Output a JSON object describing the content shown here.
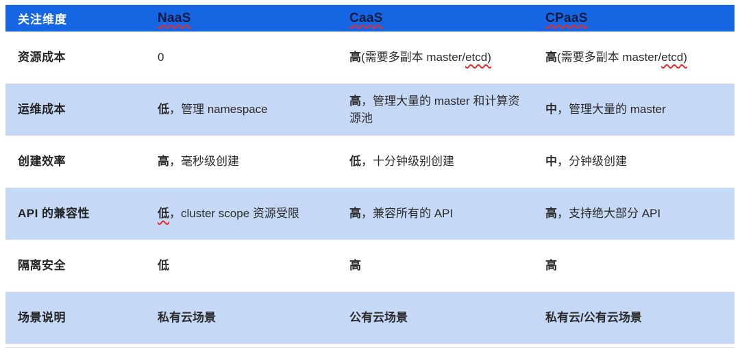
{
  "table": {
    "header": {
      "dimension_label": "关注维度",
      "columns": [
        {
          "label": "NaaS",
          "wavy": true
        },
        {
          "label": "CaaS",
          "wavy": true
        },
        {
          "label": "CPaaS",
          "wavy": true
        }
      ]
    },
    "rows": [
      {
        "label": "资源成本",
        "cells": [
          [
            {
              "text": "0"
            }
          ],
          [
            {
              "text": "高",
              "bold": true
            },
            {
              "text": "(需要多副本 master/"
            },
            {
              "text": "etcd)",
              "wavy": true
            }
          ],
          [
            {
              "text": "高",
              "bold": true
            },
            {
              "text": "(需要多副本 master/"
            },
            {
              "text": "etcd)",
              "wavy": true
            }
          ]
        ]
      },
      {
        "label": "运维成本",
        "cells": [
          [
            {
              "text": "低",
              "bold": true
            },
            {
              "text": "，管理 namespace"
            }
          ],
          [
            {
              "text": "高",
              "bold": true
            },
            {
              "text": "，管理大量的 master 和计算资源池"
            }
          ],
          [
            {
              "text": "中",
              "bold": true
            },
            {
              "text": "，管理大量的 master"
            }
          ]
        ]
      },
      {
        "label": "创建效率",
        "cells": [
          [
            {
              "text": "高",
              "bold": true
            },
            {
              "text": "，毫秒级创建"
            }
          ],
          [
            {
              "text": "低",
              "bold": true
            },
            {
              "text": "，十分钟级别创建"
            }
          ],
          [
            {
              "text": "中",
              "bold": true
            },
            {
              "text": "，分钟级创建"
            }
          ]
        ]
      },
      {
        "label": "API 的兼容性",
        "cells": [
          [
            {
              "text": "低",
              "bold": true,
              "wavy": true
            },
            {
              "text": "，cluster scope 资源受限"
            }
          ],
          [
            {
              "text": "高",
              "bold": true
            },
            {
              "text": "，兼容所有的 API"
            }
          ],
          [
            {
              "text": "高",
              "bold": true
            },
            {
              "text": "，支持绝大部分 API"
            }
          ]
        ]
      },
      {
        "label": "隔离安全",
        "cells": [
          [
            {
              "text": "低",
              "bold": true
            }
          ],
          [
            {
              "text": "高",
              "bold": true
            }
          ],
          [
            {
              "text": "高",
              "bold": true
            }
          ]
        ]
      },
      {
        "label": "场景说明",
        "cells": [
          [
            {
              "text": "私有云场景",
              "bold": true
            }
          ],
          [
            {
              "text": "公有云场景",
              "bold": true
            }
          ],
          [
            {
              "text": "私有云/公有云场景",
              "bold": true
            }
          ]
        ]
      }
    ]
  },
  "colors": {
    "header_bg": "#1666e3",
    "header_dimension_text": "#ffffff",
    "column_header_text": "#10193f",
    "row_bg": "#ffffff",
    "row_alt_bg": "#c5d9f7",
    "body_text": "#2a2a2a",
    "squiggle": "#e82c2c"
  }
}
